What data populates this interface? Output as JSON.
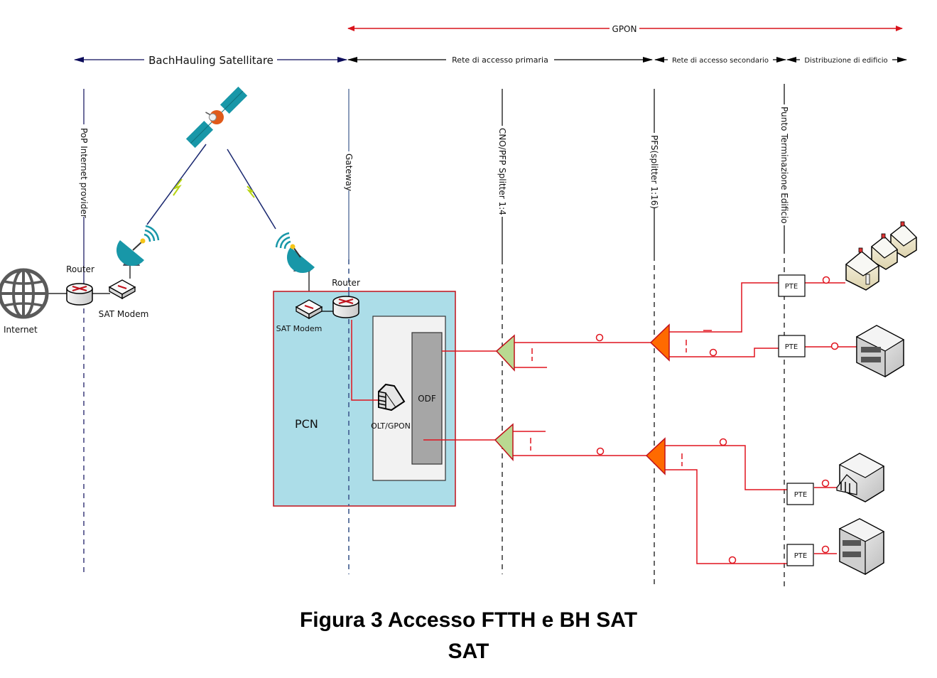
{
  "spans": {
    "gpon": "GPON",
    "backhaul": "BachHauling Satellitare",
    "primary": "Rete di  accesso primaria",
    "secondary": "Rete di accesso secondario",
    "building": "Distribuzione di edificio"
  },
  "vertical_markers": {
    "pop": "PoP Internet provider",
    "gateway": "Gateway",
    "cno": "CNO/PFP Splitter 1:4",
    "pfs": "PFS(splitter 1:16)",
    "pte_point": "Punto Terminazione Edificio"
  },
  "nodes": {
    "internet": "Internet",
    "router_left": "Router",
    "sat_modem_left": "SAT Modem",
    "router_right": "Router",
    "sat_modem_right": "SAT Modem",
    "pcn": "PCN",
    "olt": "OLT/GPON",
    "odf": "ODF",
    "pte": [
      "PTE",
      "PTE",
      "PTE",
      "PTE"
    ]
  },
  "colors": {
    "fiber": "#e0141e",
    "gpon_arrow": "#d9141c",
    "backhaul_arrow": "#0c0c5a",
    "pcn_fill": "#acdde8",
    "primary_splitter": "#b9d991",
    "secondary_splitter": "#ff6a00",
    "odf_fill": "#a6a6a6",
    "dish": "#1897a8"
  },
  "caption": {
    "line1": "Figura 3 Accesso FTTH e BH SAT",
    "line2": "SAT"
  }
}
